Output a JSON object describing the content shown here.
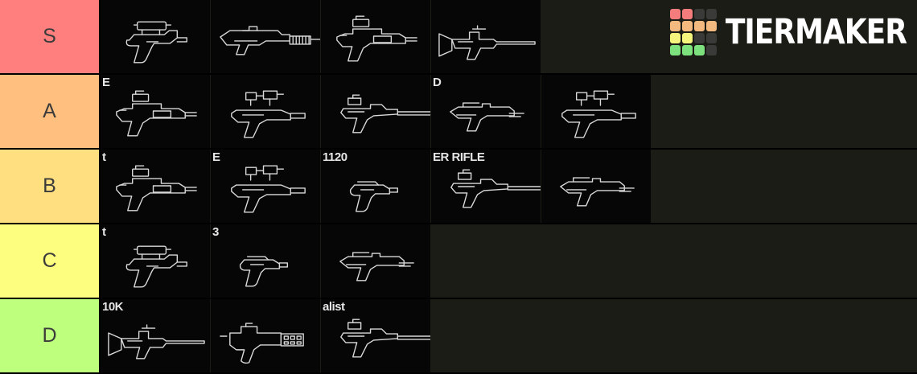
{
  "logo": {
    "text": "TIERMAKER",
    "palette": {
      "red": "#f47c7c",
      "orange": "#f3b97e",
      "yellow": "#f5f57d",
      "green": "#7de27d",
      "dark": "#3a3a38"
    },
    "grid": [
      [
        "red",
        "red",
        "dark",
        "dark"
      ],
      [
        "orange",
        "orange",
        "orange",
        "orange"
      ],
      [
        "yellow",
        "yellow",
        "dark",
        "dark"
      ],
      [
        "green",
        "green",
        "green",
        "dark"
      ]
    ]
  },
  "board": {
    "row_track_color": "#1c1c17",
    "cell_background": "#060606",
    "divider_color": "#000000",
    "label_text_color": "#3b3b3b"
  },
  "tiers": [
    {
      "label": "S",
      "color": "#ff7f7e",
      "cells": [
        {
          "shape": "pistol-scope",
          "name": "scoped-blaster-pistol",
          "label": ""
        },
        {
          "shape": "rifle-ribbed",
          "name": "blaster-rifle-ribbed-barrel",
          "label": ""
        },
        {
          "shape": "rifle-heavy",
          "name": "heavy-blaster-rifle",
          "label": ""
        },
        {
          "shape": "rifle-stock",
          "name": "long-barrel-blaster-rifle",
          "label": ""
        }
      ]
    },
    {
      "label": "A",
      "color": "#ffbf7f",
      "cells": [
        {
          "shape": "rifle-heavy",
          "name": "heavy-blaster-carbine",
          "label": "E"
        },
        {
          "shape": "carbine-scope",
          "name": "compact-scoped-blaster",
          "label": ""
        },
        {
          "shape": "sniper-long",
          "name": "long-barrel-sniper-blaster",
          "label": ""
        },
        {
          "shape": "rifle-mid",
          "name": "blaster-rifle",
          "label": "D"
        },
        {
          "shape": "carbine-scope",
          "name": "scoped-blaster-carbine",
          "label": ""
        }
      ]
    },
    {
      "label": "B",
      "color": "#ffdf7f",
      "cells": [
        {
          "shape": "rifle-heavy",
          "name": "chunky-blaster-carbine",
          "label": "t"
        },
        {
          "shape": "carbine-scope",
          "name": "scoped-blaster-rifle",
          "label": "E"
        },
        {
          "shape": "pistol-small",
          "name": "compact-blaster-pistol",
          "label": "1120"
        },
        {
          "shape": "sniper-long",
          "name": "slim-blaster-rifle",
          "label": "ER RIFLE"
        },
        {
          "shape": "rifle-mid",
          "name": "scoped-rifle-with-sling",
          "label": ""
        }
      ]
    },
    {
      "label": "C",
      "color": "#fdfd7f",
      "cells": [
        {
          "shape": "pistol-scope",
          "name": "scoped-vented-blaster-pistol",
          "label": "t"
        },
        {
          "shape": "pistol-small",
          "name": "flared-blaster-pistol",
          "label": "3"
        },
        {
          "shape": "rifle-mid",
          "name": "blaster-rifle-cluster",
          "label": ""
        }
      ]
    },
    {
      "label": "D",
      "color": "#beff7e",
      "cells": [
        {
          "shape": "rifle-stock",
          "name": "stocked-long-rifle",
          "label": "10K"
        },
        {
          "shape": "blaster-grid",
          "name": "blaster-with-vent-grid",
          "label": ""
        },
        {
          "shape": "sniper-long",
          "name": "slim-sniper-rifle",
          "label": "alist"
        }
      ]
    }
  ]
}
